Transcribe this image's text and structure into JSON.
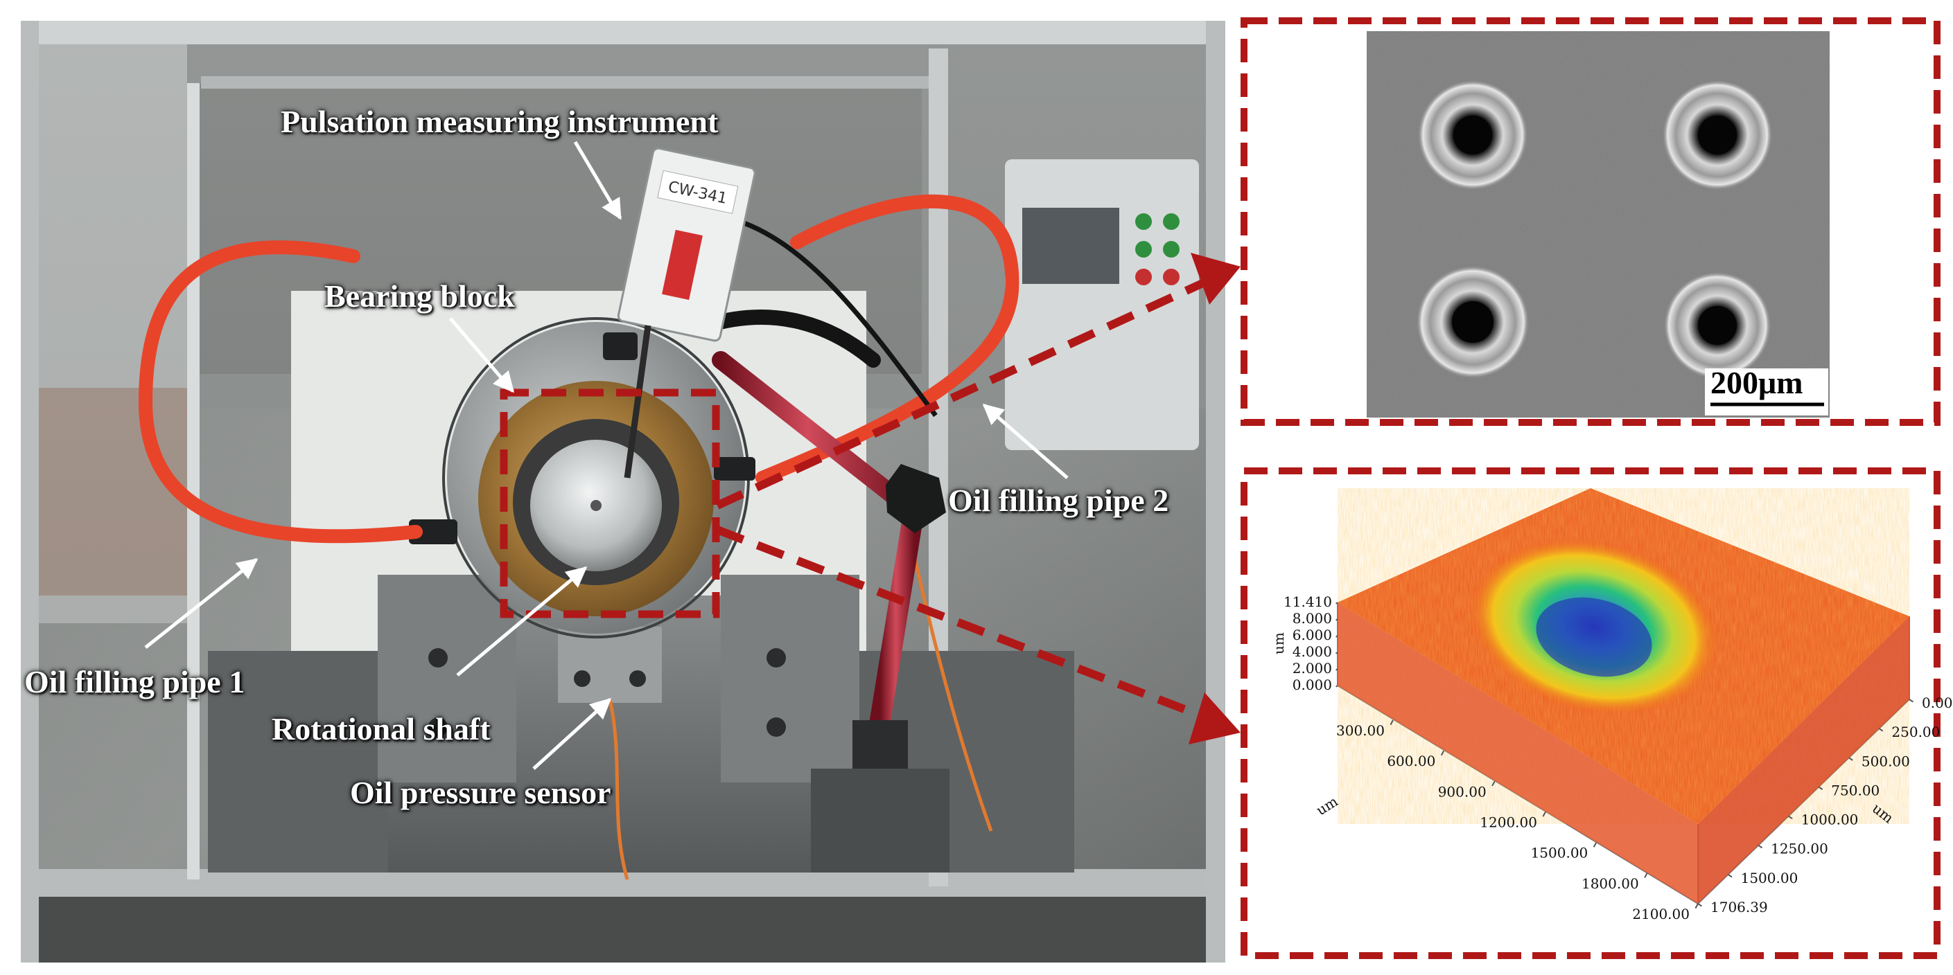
{
  "labels": {
    "pulsation": "Pulsation measuring instrument",
    "bearing_block": "Bearing block",
    "oil_pipe_2": "Oil filling pipe 2",
    "oil_pipe_1": "Oil filling pipe 1",
    "rotational_shaft": "Rotational shaft",
    "oil_pressure_sensor": "Oil pressure sensor"
  },
  "device_text": "CW-341",
  "sem_panel": {
    "scale_bar_label": "200μm"
  },
  "profile_panel": {
    "z_axis": {
      "unit": "um",
      "ticks": [
        "11.410",
        "8.000",
        "6.000",
        "4.000",
        "2.000",
        "0.000"
      ]
    },
    "x_axis": {
      "unit": "um",
      "ticks": [
        "300.00",
        "600.00",
        "900.00",
        "1200.00",
        "1500.00",
        "1800.00",
        "2100.00"
      ]
    },
    "y_axis": {
      "unit": "um",
      "ticks": [
        "0.00",
        "250.00",
        "500.00",
        "750.00",
        "1000.00",
        "1250.00",
        "1500.00",
        "1706.39"
      ]
    }
  },
  "colors": {
    "accent_red": "#b01818",
    "pipe_orange": "#e8442a",
    "bronze": "#a57b3e",
    "rod_red": "#9c1b2c"
  }
}
